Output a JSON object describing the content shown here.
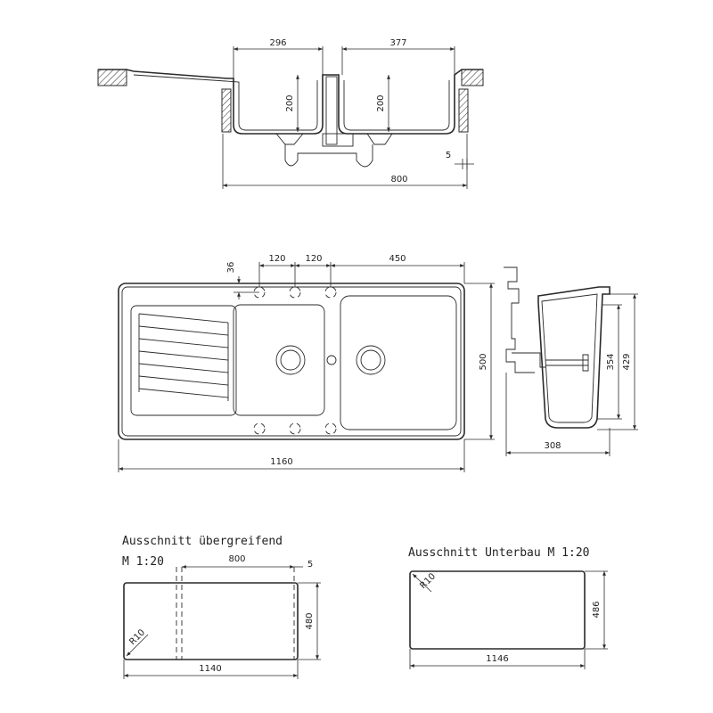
{
  "top_section": {
    "dim_left_bowl_width": "296",
    "dim_right_bowl_width": "377",
    "dim_left_depth": "200",
    "dim_right_depth": "200",
    "dim_5": "5",
    "dim_width": "800"
  },
  "plan_view": {
    "dim_36": "36",
    "dim_120_a": "120",
    "dim_120_b": "120",
    "dim_450": "450",
    "dim_500": "500",
    "dim_1160": "1160"
  },
  "side_view": {
    "dim_354": "354",
    "dim_429": "429",
    "dim_308": "308"
  },
  "cutout_overlay": {
    "title_line1": "Ausschnitt übergreifend",
    "title_line2": "M 1:20",
    "dim_800": "800",
    "dim_5": "5",
    "dim_480": "480",
    "dim_r10": "R10",
    "dim_1140": "1140"
  },
  "cutout_undermount": {
    "title": "Ausschnitt Unterbau M 1:20",
    "dim_r10": "R10",
    "dim_486": "486",
    "dim_1146": "1146"
  }
}
